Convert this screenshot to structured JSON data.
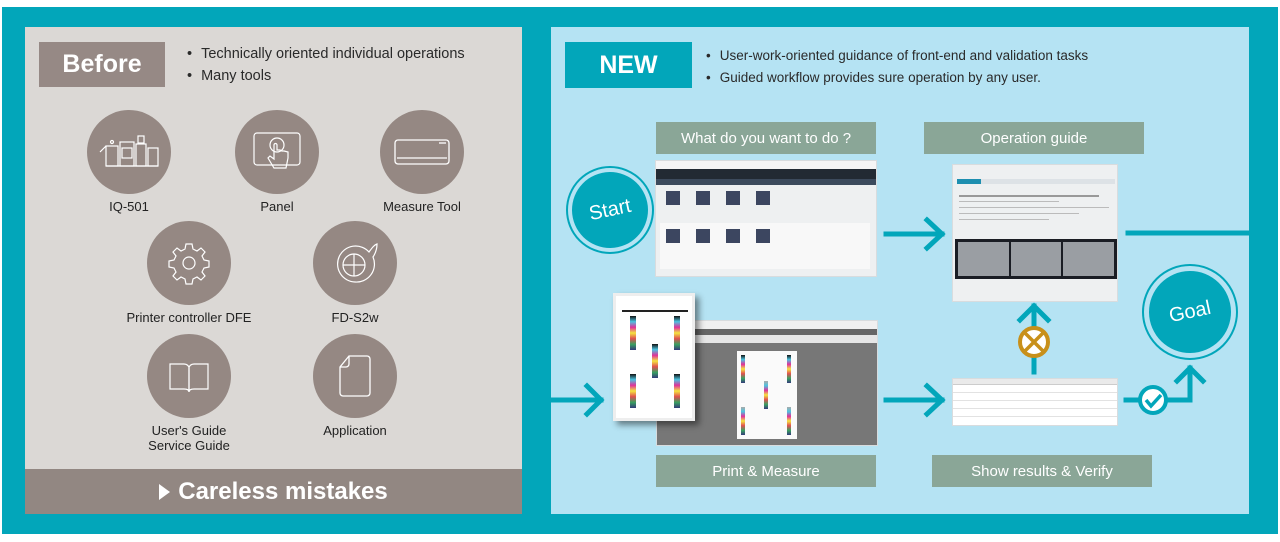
{
  "before": {
    "badge": "Before",
    "bullets": [
      "Technically oriented individual operations",
      "Many tools"
    ],
    "tools": [
      {
        "label": "IQ-501",
        "icon": "printer-system-icon"
      },
      {
        "label": "Panel",
        "icon": "touch-panel-icon"
      },
      {
        "label": "Measure Tool",
        "icon": "measure-device-icon"
      },
      {
        "label": "Printer controller DFE",
        "icon": "gear-icon"
      },
      {
        "label": "FD-S2w",
        "icon": "spectrophotometer-icon"
      },
      {
        "label": "User's Guide\nService Guide",
        "line1": "User's Guide",
        "line2": "Service Guide",
        "icon": "book-icon"
      },
      {
        "label": "Application",
        "icon": "document-icon"
      }
    ],
    "result": "Careless mistakes"
  },
  "new": {
    "badge": "NEW",
    "bullets": [
      "User-work-oriented guidance of front-end and validation tasks",
      "Guided workflow provides sure operation by any user."
    ],
    "start_label": "Start",
    "goal_label": "Goal",
    "steps": [
      {
        "label": "What do you want to do ?"
      },
      {
        "label": "Operation guide"
      },
      {
        "label": "Print & Measure"
      },
      {
        "label": "Show results & Verify"
      }
    ],
    "verify_ok_icon": "check-circle-icon",
    "verify_ng_icon": "x-circle-icon"
  },
  "colors": {
    "frame_teal": "#02a6ba",
    "before_bg": "#dbd8d5",
    "before_accent": "#968985",
    "new_bg": "#b5e3f3",
    "step_label_bg": "#8aa697",
    "reject_orange": "#c8901a"
  }
}
